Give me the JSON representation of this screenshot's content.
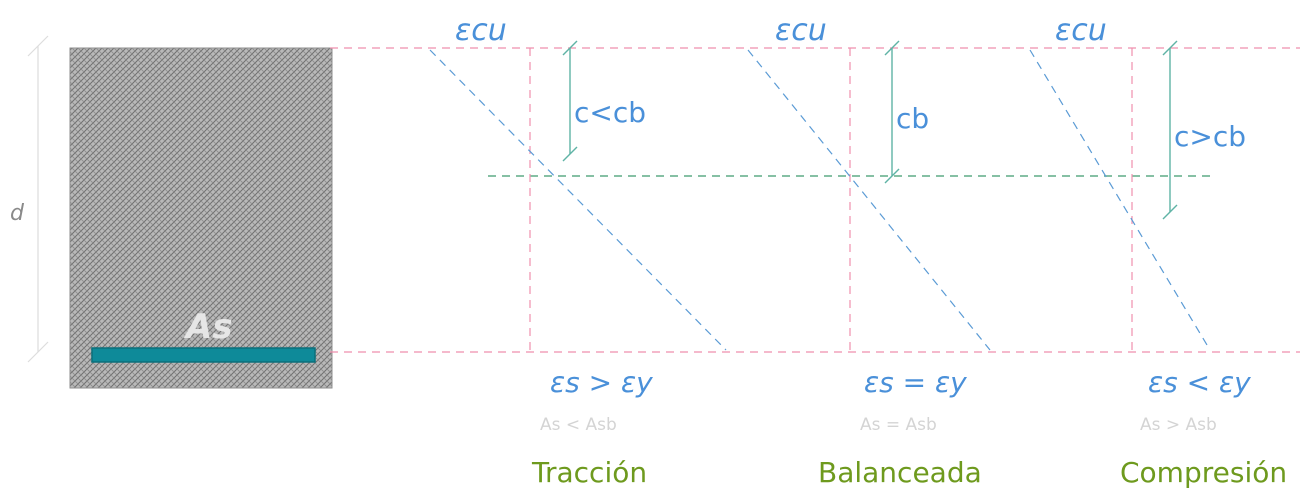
{
  "diagram": {
    "depth_label": "d",
    "steel_label": "As",
    "colors": {
      "concrete": "#9a9a9a",
      "steel": "#0e8a99",
      "reference_lines": "#ef8fae",
      "strain_lines": "#5b9bd5",
      "neutral_axis": "#3f9a6e",
      "dimension": "#5fb3a5",
      "text_blue": "#4a90d9",
      "regime_green": "#6e9a1e",
      "faint_text": "#d4d4d4"
    },
    "cases": [
      {
        "top_strain": "εcu",
        "depth_label": "c<cb",
        "steel_strain": "εs > εy",
        "area_relation": "As < Asb",
        "regime": "Tracción"
      },
      {
        "top_strain": "εcu",
        "depth_label": "cb",
        "steel_strain": "εs = εy",
        "area_relation": "As = Asb",
        "regime": "Balanceada"
      },
      {
        "top_strain": "εcu",
        "depth_label": "c>cb",
        "steel_strain": "εs < εy",
        "area_relation": "As > Asb",
        "regime": "Compresión"
      }
    ]
  }
}
